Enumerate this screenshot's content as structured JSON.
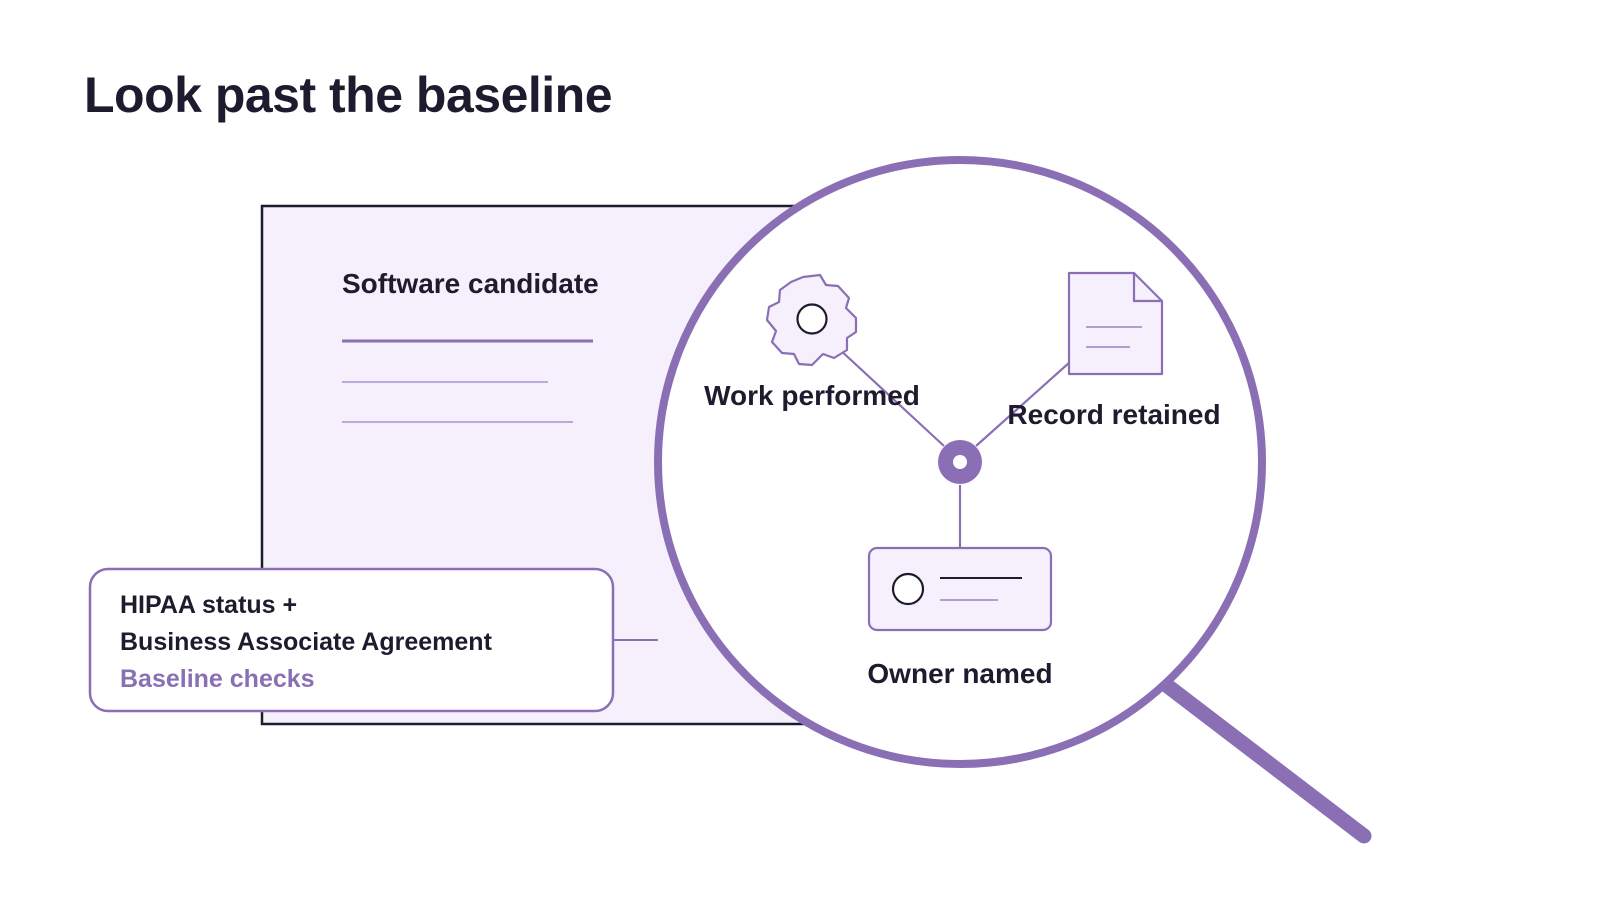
{
  "title": "Look past the baseline",
  "candidate_panel": {
    "heading": "Software candidate"
  },
  "baseline_card": {
    "line1": "HIPAA status +",
    "line2": "Business Associate Agreement",
    "caption": "Baseline checks"
  },
  "nodes": {
    "work": "Work performed",
    "record": "Record retained",
    "owner": "Owner named"
  },
  "colors": {
    "accent": "#8b6fb5",
    "panel_fill": "#f5f0fb",
    "ink": "#1f1b2e",
    "rule": "#a992c9"
  },
  "icons": {
    "work": "gear-icon",
    "record": "document-icon",
    "owner": "id-card-icon",
    "hub": "hub-node-icon",
    "lens": "magnifying-glass-icon"
  }
}
